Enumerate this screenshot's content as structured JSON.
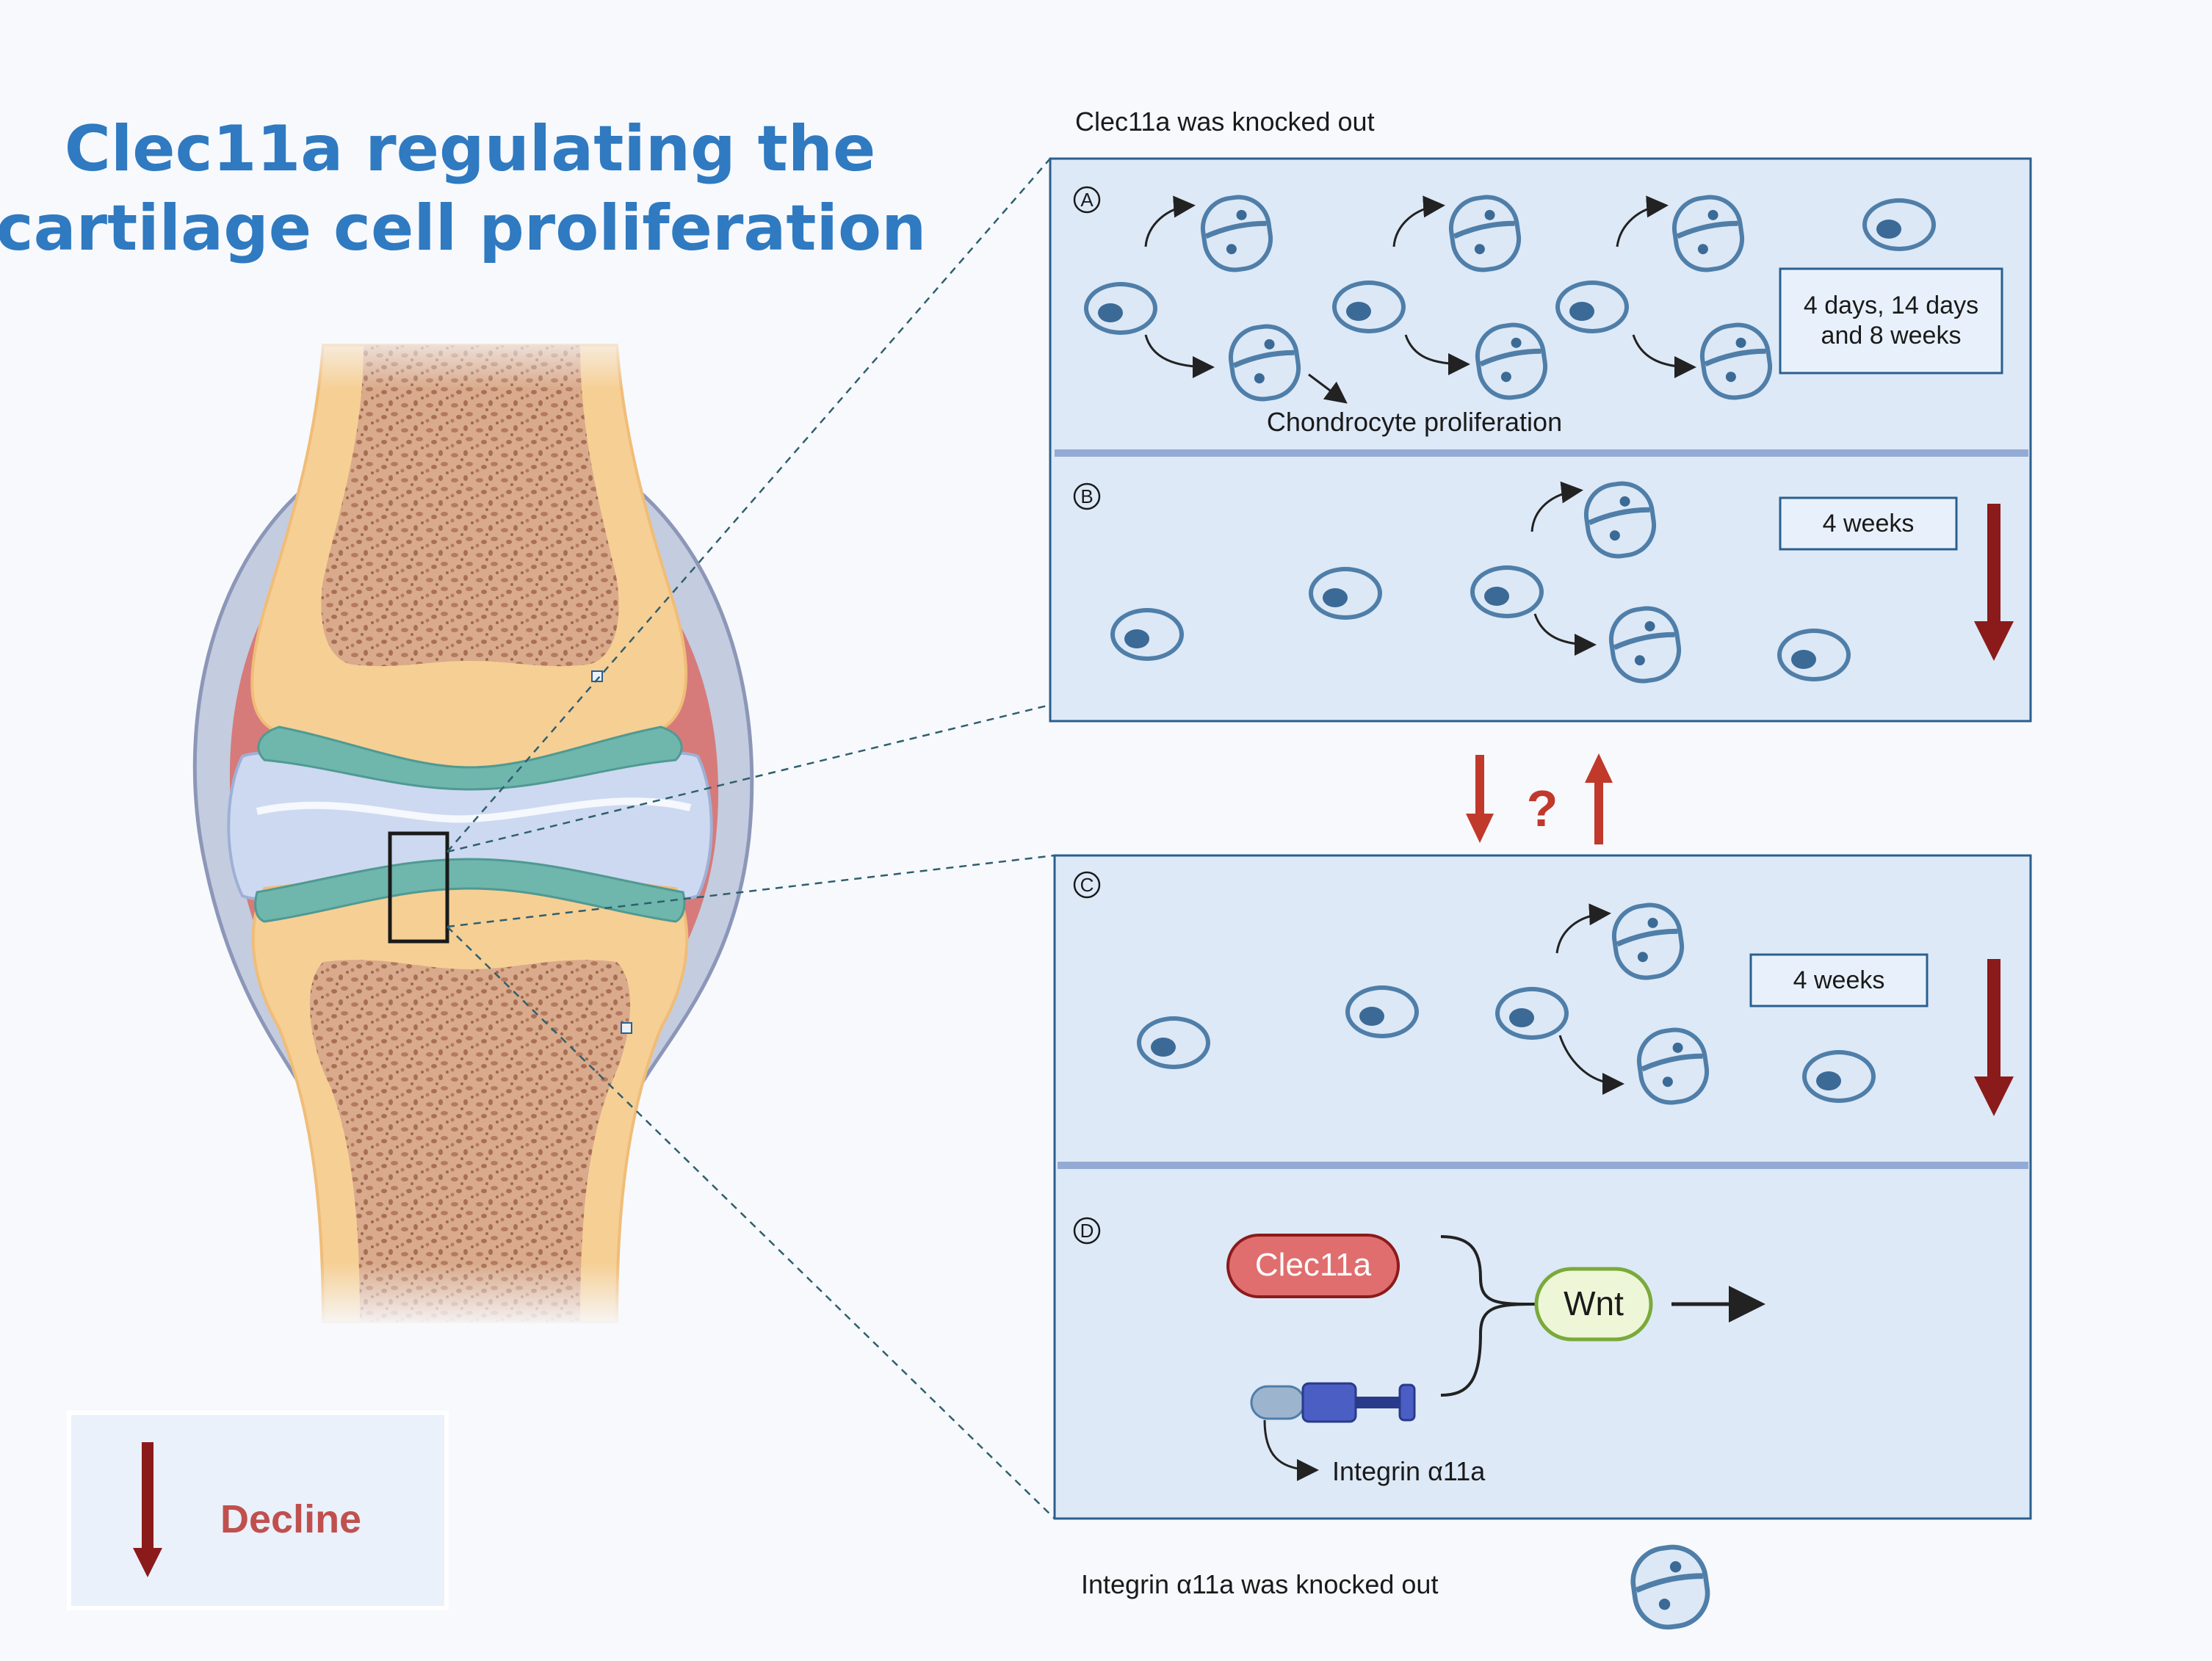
{
  "title": {
    "line1": "Clec11a regulating the",
    "line2": "cartilage cell proliferation"
  },
  "top_caption": "Clec11a was knocked out",
  "bottom_caption": "Integrin α11a was knocked out",
  "panel_a": {
    "letter": "A",
    "duration_line1": "4 days, 14 days",
    "duration_line2": "and 8 weeks",
    "process_label": "Chondrocyte proliferation"
  },
  "panel_b": {
    "letter": "B",
    "duration": "4  weeks"
  },
  "middle_symbol": "?",
  "panel_c": {
    "letter": "C",
    "duration": "4  weeks"
  },
  "panel_d": {
    "letter": "D",
    "clec11a_label": "Clec11a",
    "wnt_label": "Wnt",
    "integrin_label": "Integrin α11a"
  },
  "legend": {
    "label": "Decline"
  },
  "colors": {
    "title": "#2f7ac1",
    "panel_bg": "#dde9f7",
    "panel_border": "#2b5f8e",
    "divider": "#94aad6",
    "decline_arrow": "#8b1a1a",
    "legend_text": "#c0504d",
    "clec11a_fill": "#e06e6e",
    "wnt_fill": "#eef6d8",
    "wnt_border": "#7aaa3a",
    "cell_fill": "#cfdff3",
    "cell_border": "#4f7ea8",
    "nucleus": "#3b6a96",
    "bone_orange": "#f6cf95",
    "spongy_bone": "#d7a585",
    "cartilage_teal": "#6fb6ad",
    "synovium_red": "#d67b7a",
    "capsule": "#b9c3dc",
    "joint_space": "#c8d5ee"
  },
  "icons": [
    "joint-anatomy-illustration",
    "chondrocyte-cell-icon",
    "dividing-cell-icon",
    "integrin-receptor-icon",
    "down-arrow-icon",
    "up-arrow-icon"
  ]
}
